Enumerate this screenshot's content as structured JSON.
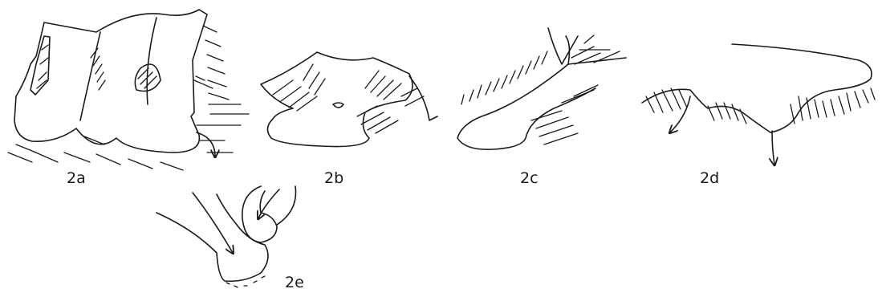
{
  "panels": [
    {
      "id": "2a",
      "label": "2a"
    },
    {
      "id": "2b",
      "label": "2b"
    },
    {
      "id": "2c",
      "label": "2c"
    },
    {
      "id": "2d",
      "label": "2d"
    },
    {
      "id": "2e",
      "label": "2e"
    }
  ],
  "colors": {
    "ink": "#1a1a1a",
    "background": "#ffffff"
  }
}
